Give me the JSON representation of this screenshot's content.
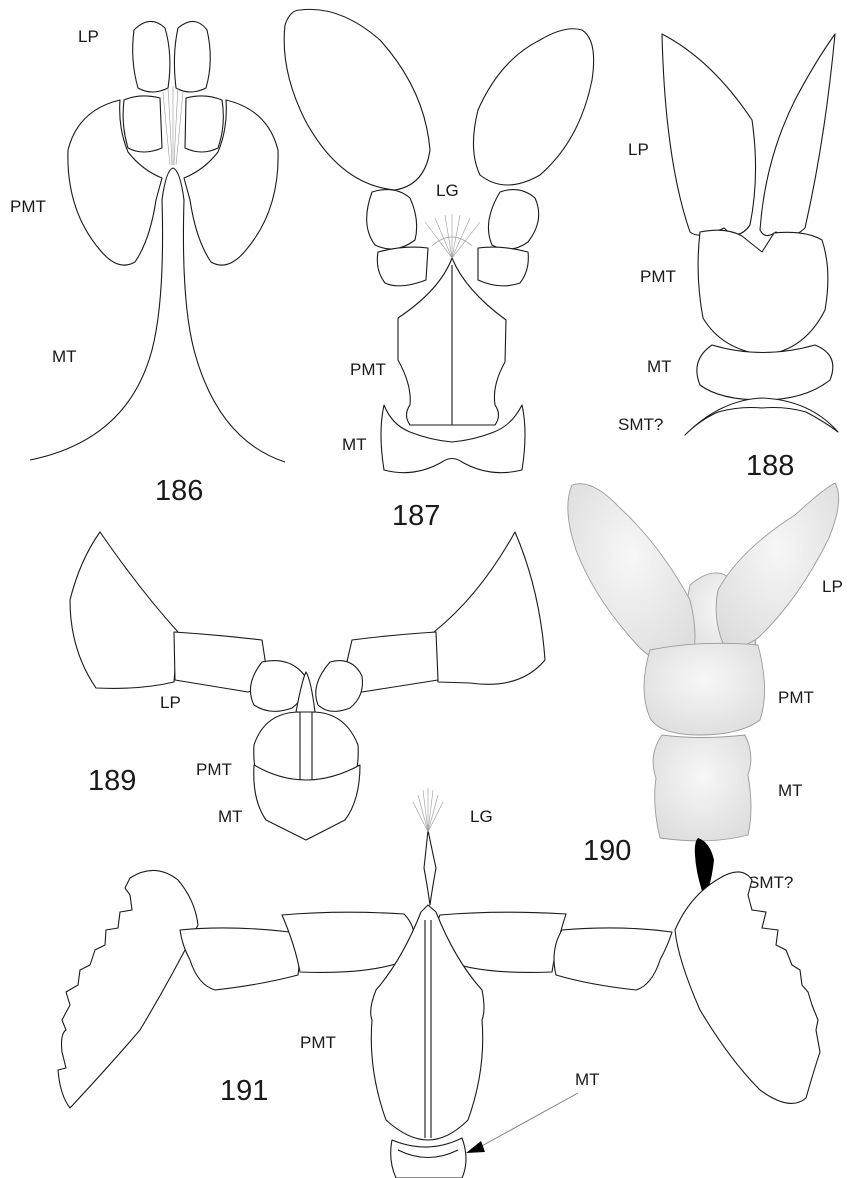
{
  "labels": {
    "lp": "LP",
    "pmt": "PMT",
    "mt": "MT",
    "lg": "LG",
    "smt": "SMT?"
  },
  "figures": {
    "f186": "186",
    "f187": "187",
    "f188": "188",
    "f189": "189",
    "f190": "190",
    "f191": "191"
  },
  "colors": {
    "outline": "#1a1a1a",
    "shade": "#e6e6e6",
    "background": "#ffffff"
  }
}
